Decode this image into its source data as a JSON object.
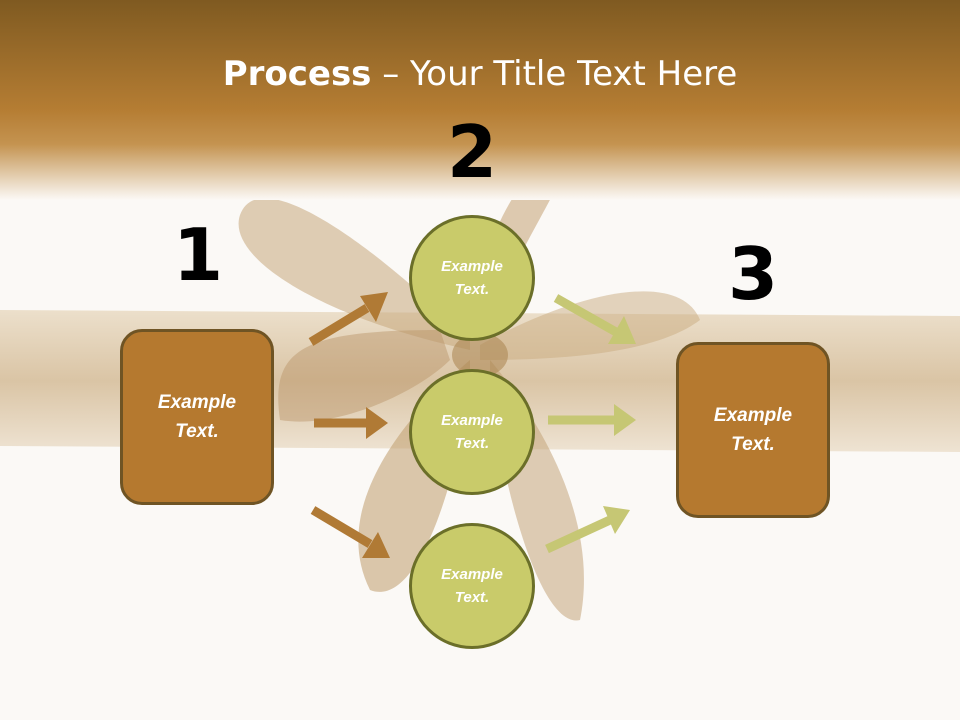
{
  "title": {
    "bold": "Process",
    "rest": " – Your Title Text Here"
  },
  "colors": {
    "header_top": "#7f5a21",
    "header_mid": "#b57d33",
    "box_fill": "#b5792f",
    "box_border": "#6f5424",
    "circle_fill": "#c9cb6a",
    "circle_border": "#6b6f29",
    "arrow_left": "#b07a35",
    "arrow_right": "#c6c774",
    "background": "#fbf9f6"
  },
  "steps": [
    {
      "number": "1"
    },
    {
      "number": "2"
    },
    {
      "number": "3"
    }
  ],
  "left_box": {
    "text": "Example\nText."
  },
  "right_box": {
    "text": "Example\nText."
  },
  "circles": [
    {
      "text": "Example\nText."
    },
    {
      "text": "Example\nText."
    },
    {
      "text": "Example\nText."
    }
  ]
}
